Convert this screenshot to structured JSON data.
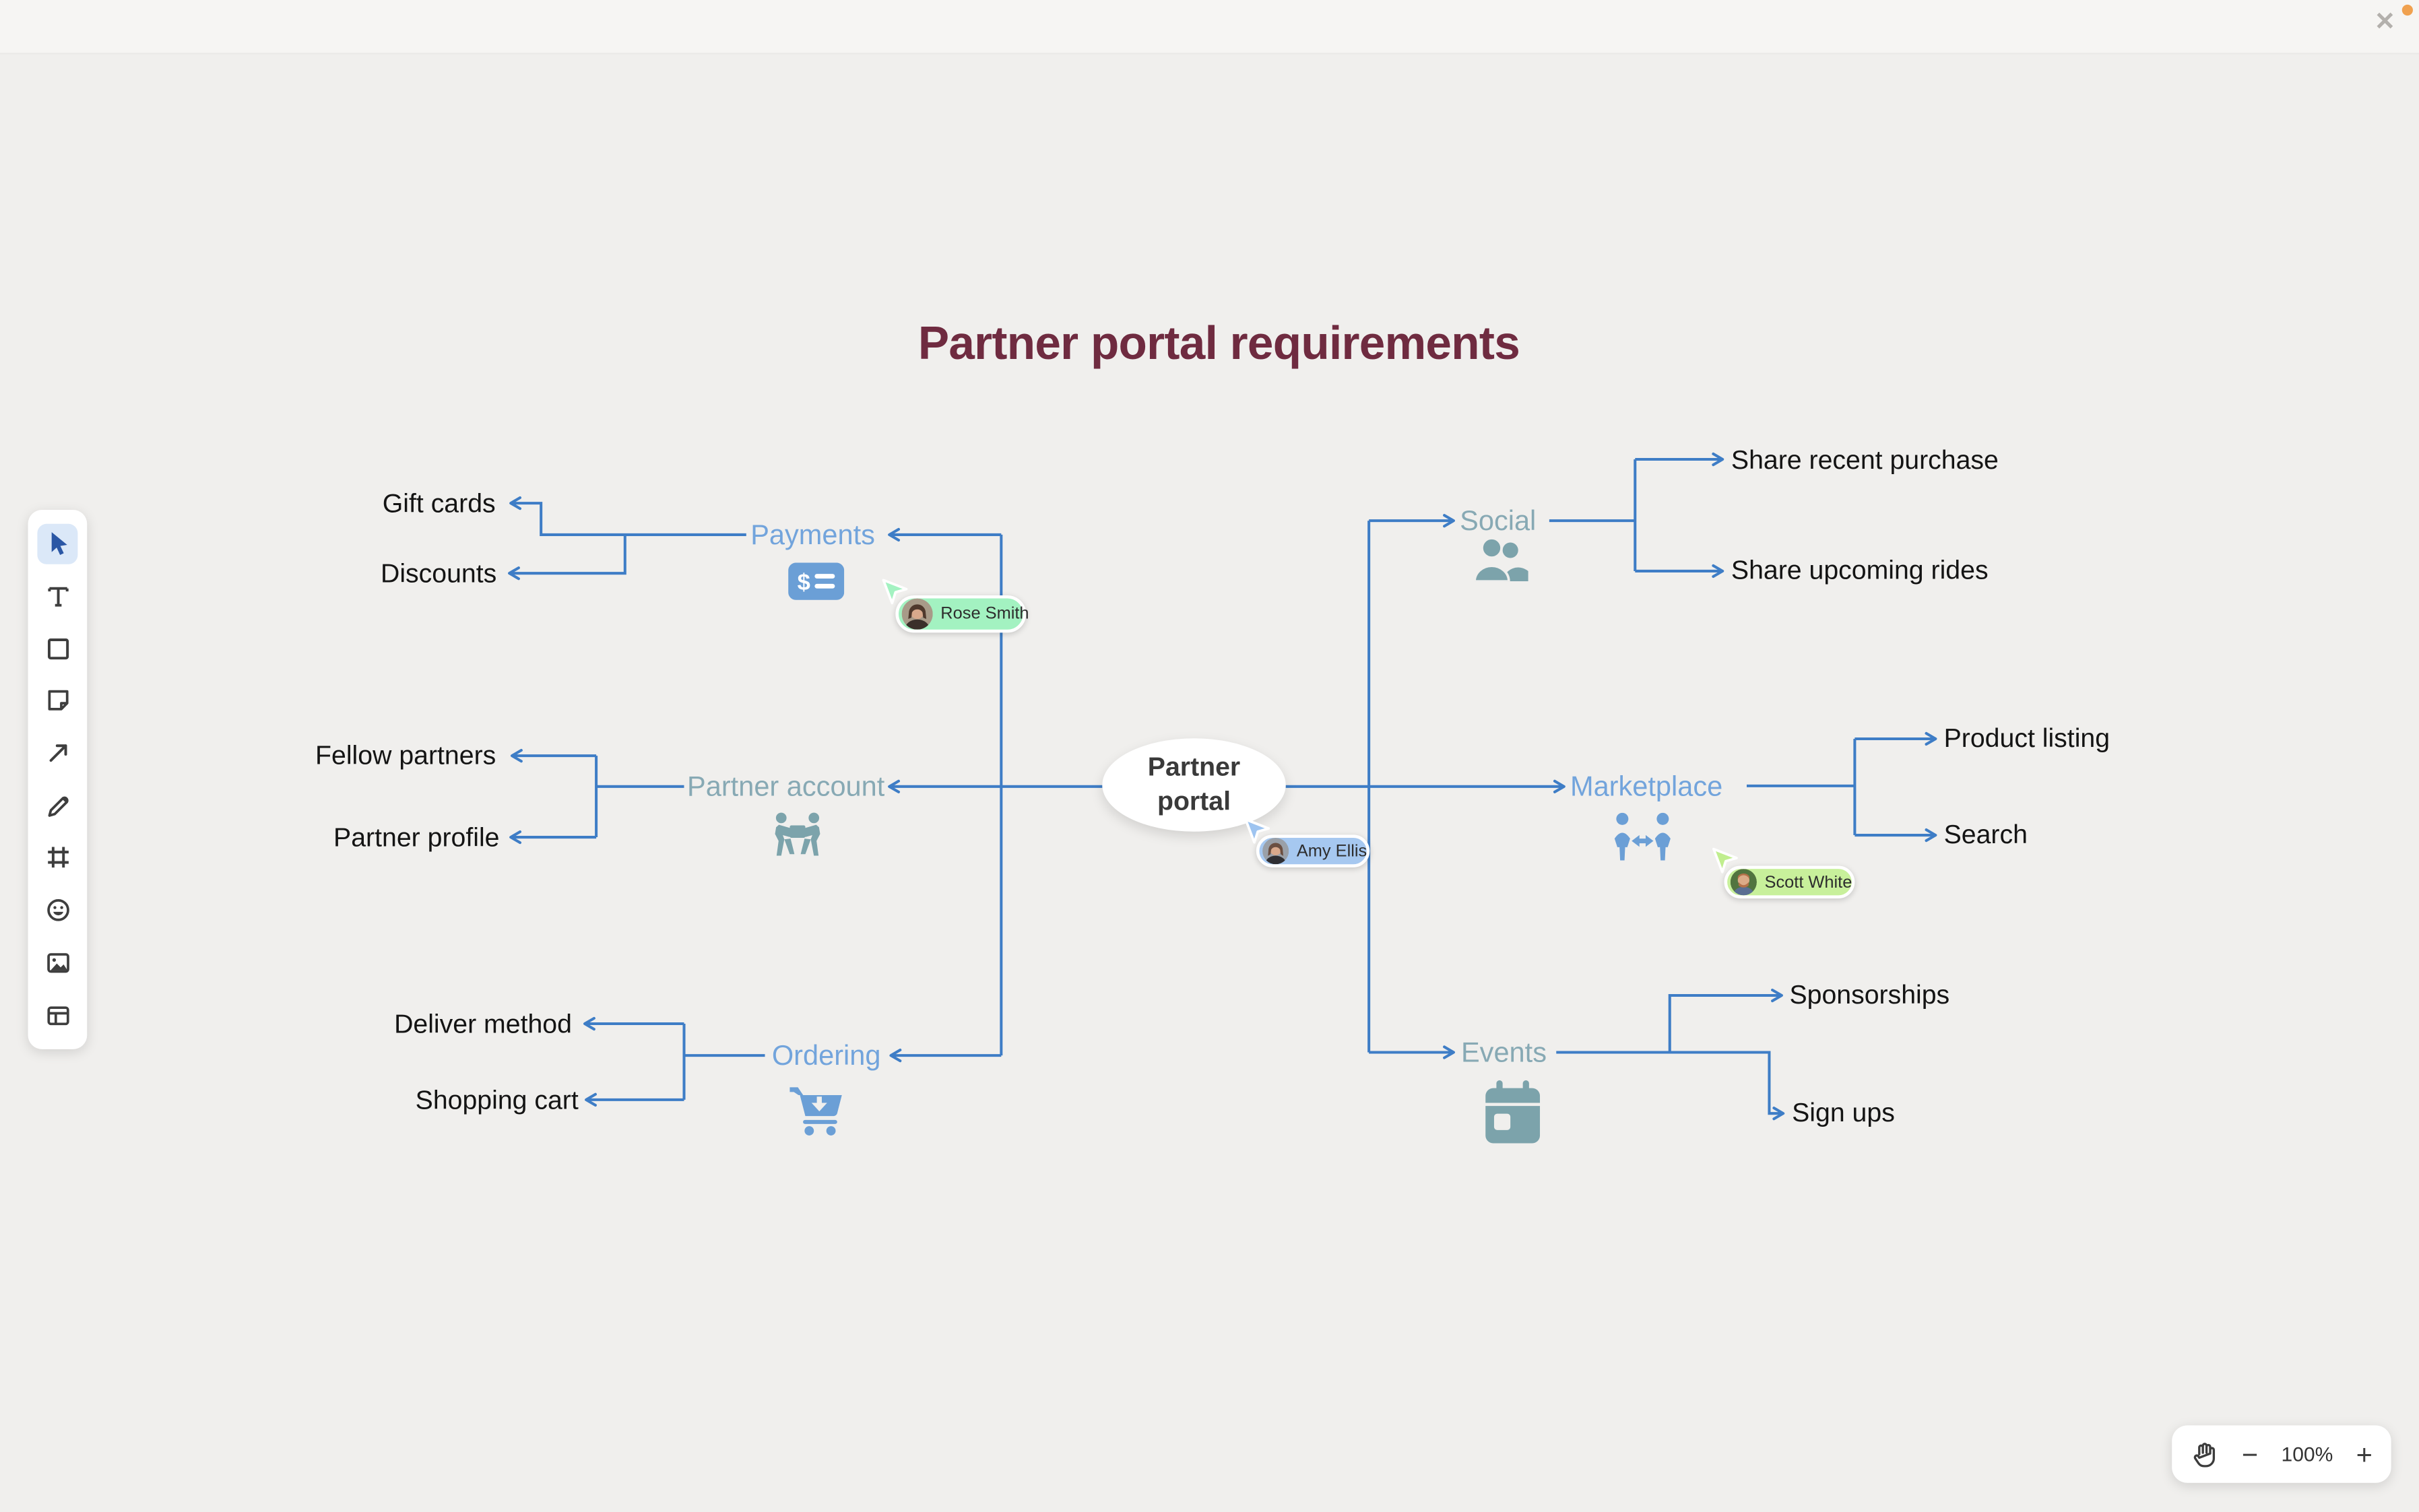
{
  "topbar": {
    "close_label": "✕"
  },
  "canvas": {
    "title": "Partner portal requirements",
    "center_node": {
      "line1": "Partner",
      "line2": "portal"
    },
    "branches": [
      {
        "label": "Payments",
        "icon": "money-check-icon",
        "children": [
          "Gift cards",
          "Discounts"
        ]
      },
      {
        "label": "Partner account",
        "icon": "people-carry-icon",
        "children": [
          "Fellow partners",
          "Partner profile"
        ]
      },
      {
        "label": "Ordering",
        "icon": "cart-arrow-down-icon",
        "children": [
          "Deliver method",
          "Shopping cart"
        ]
      },
      {
        "label": "Social",
        "icon": "user-group-icon",
        "children": [
          "Share recent purchase",
          "Share upcoming rides"
        ]
      },
      {
        "label": "Marketplace",
        "icon": "people-arrows-icon",
        "children": [
          "Product listing",
          "Search"
        ]
      },
      {
        "label": "Events",
        "icon": "calendar-icon",
        "children": [
          "Sponsorships",
          "Sign ups"
        ]
      }
    ]
  },
  "collaborators": [
    {
      "name": "Rose Smith",
      "bubble_color": "#a3f2c1"
    },
    {
      "name": "Amy Ellis",
      "bubble_color": "#a6c8f0"
    },
    {
      "name": "Scott White",
      "bubble_color": "#c8f09b"
    }
  ],
  "zoom": {
    "level": "100%",
    "minus": "−",
    "plus": "+"
  },
  "colors": {
    "connector": "#3e7dc6",
    "blue_label": "#72a4dc",
    "teal_label": "#87a9b4",
    "blue_icon": "#6b9fd6",
    "teal_icon": "#7ca3ab",
    "title": "#6f2b40",
    "canvas_bg": "#f0efed",
    "topbar_bg": "#f6f5f3"
  }
}
